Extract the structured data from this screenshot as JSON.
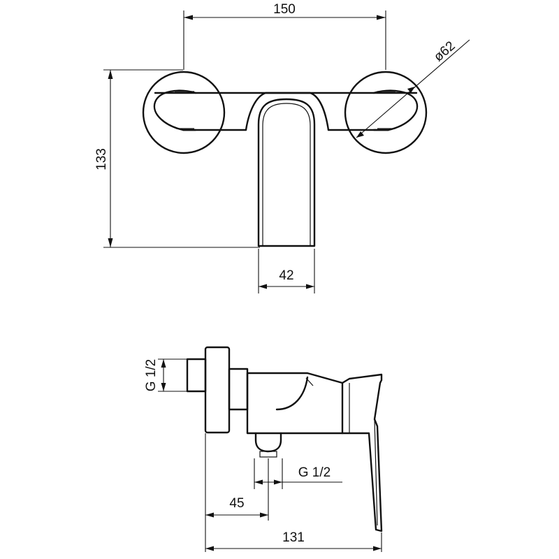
{
  "drawing": {
    "front_view": {
      "width_dimension": "150",
      "height_dimension": "133",
      "body_width_dimension": "42",
      "escutcheon_diameter": "ø62"
    },
    "side_view": {
      "inlet_thread": "G 1/2",
      "outlet_thread": "G 1/2",
      "outlet_offset": "45",
      "total_depth": "131"
    }
  }
}
